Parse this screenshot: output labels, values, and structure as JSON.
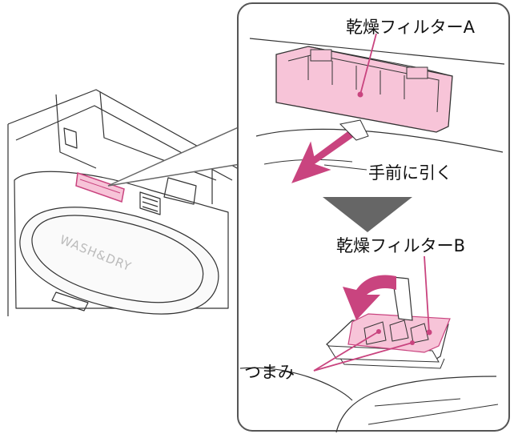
{
  "labels": {
    "filter_a": "乾燥フィルターA",
    "pull_forward": "手前に引く",
    "filter_b": "乾燥フィルターB",
    "knob": "つまみ"
  },
  "lid_text": "WASH&DRY",
  "colors": {
    "pink_fill": "#f7c4d8",
    "pink_stroke": "#c9447f",
    "arrow_fill": "#c9447f",
    "line": "#333333",
    "step_arrow": "#666666"
  },
  "icons": {
    "step_arrow": "down-triangle-icon",
    "pull_arrow": "pull-arrow-icon",
    "zoom_callout": "zoom-callout-icon"
  }
}
